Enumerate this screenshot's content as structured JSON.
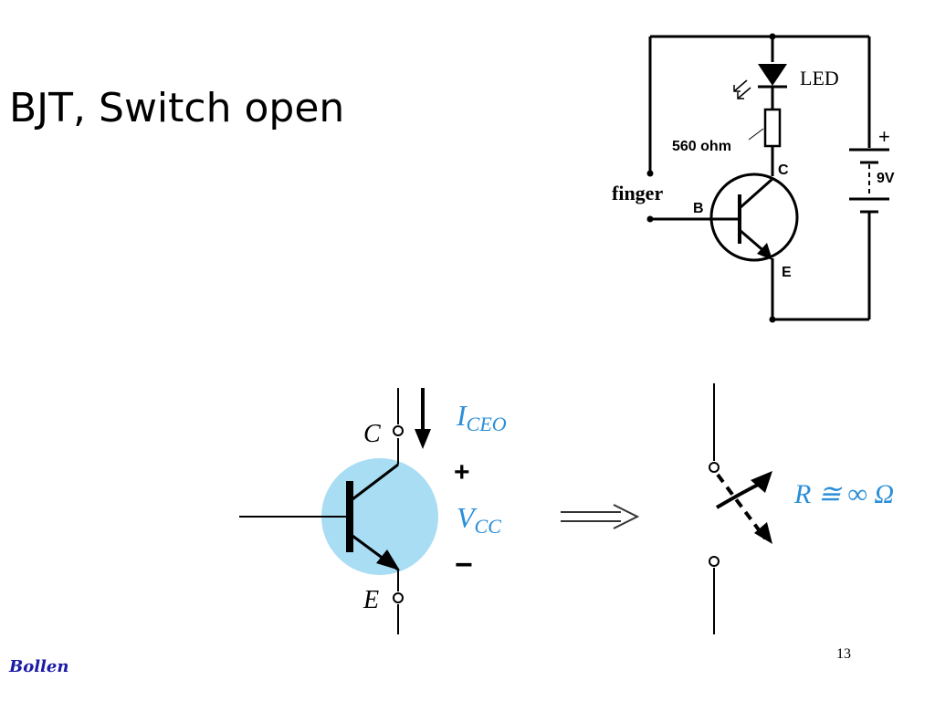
{
  "slide": {
    "title": "BJT, Switch open",
    "page_number": "13",
    "author": "Bollen"
  },
  "led_circuit": {
    "led_label": "LED",
    "resistor_label": "560 ohm",
    "input_label": "finger",
    "base_label": "B",
    "collector_label": "C",
    "emitter_label": "E",
    "battery_plus": "+",
    "battery_label": "9V"
  },
  "transistor_model": {
    "collector_label": "C",
    "emitter_label": "E",
    "current_symbol": "I",
    "current_subscript": "CEO",
    "voltage_plus": "+",
    "voltage_symbol": "V",
    "voltage_subscript": "CC",
    "voltage_minus": "−",
    "equivalent_resistance": "R ≅ ∞ Ω"
  },
  "colors": {
    "emitter_fill": "#a8ddf3",
    "label_blue": "#2a8ed9",
    "text_black": "#000000"
  }
}
